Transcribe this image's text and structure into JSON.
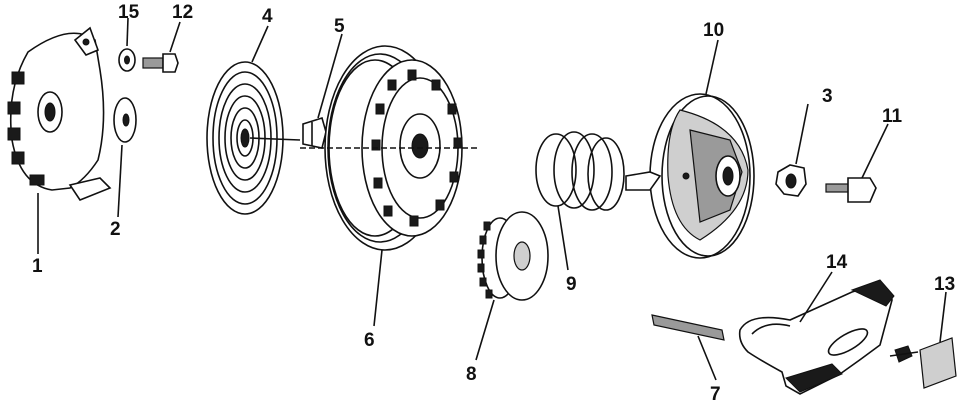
{
  "callouts": [
    {
      "id": "c1",
      "label": "1"
    },
    {
      "id": "c2",
      "label": "2"
    },
    {
      "id": "c3",
      "label": "3"
    },
    {
      "id": "c4",
      "label": "4"
    },
    {
      "id": "c5",
      "label": "5"
    },
    {
      "id": "c6",
      "label": "6"
    },
    {
      "id": "c7",
      "label": "7"
    },
    {
      "id": "c8",
      "label": "8"
    },
    {
      "id": "c9",
      "label": "9"
    },
    {
      "id": "c10",
      "label": "10"
    },
    {
      "id": "c11",
      "label": "11"
    },
    {
      "id": "c12",
      "label": "12"
    },
    {
      "id": "c13",
      "label": "13"
    },
    {
      "id": "c14",
      "label": "14"
    },
    {
      "id": "c15",
      "label": "15"
    }
  ],
  "colors": {
    "ink": "#111111",
    "paper": "#ffffff",
    "shade": "#9a9a9a"
  }
}
